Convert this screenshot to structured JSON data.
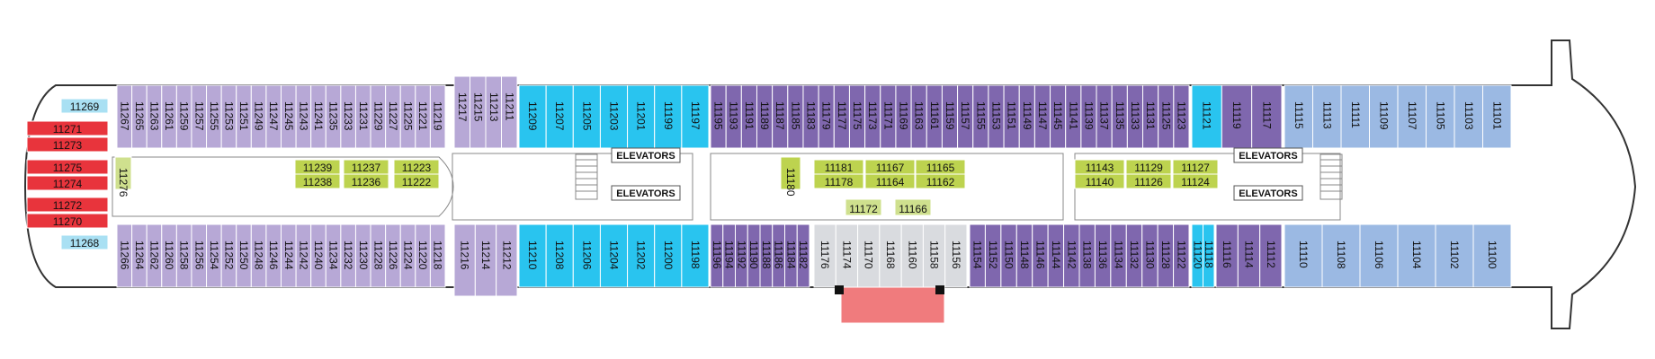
{
  "palette": {
    "lavender": "#b7a8d6",
    "purple": "#7f67ae",
    "cyan": "#29c4ef",
    "lightcyan": "#a9e0f3",
    "blue": "#9bb9e3",
    "lime": "#bdd34f",
    "lime2": "#cfe08e",
    "red": "#e8343c",
    "salmon": "#f07b7d",
    "grey": "#d9dbdf",
    "hull": "#ffffff",
    "outline": "#333333"
  },
  "elevators": [
    {
      "label": "ELEVATORS"
    },
    {
      "label": "ELEVATORS"
    },
    {
      "label": "ELEVATORS"
    },
    {
      "label": "ELEVATORS"
    }
  ],
  "cabins": {
    "top_row": [
      "11267",
      "11265",
      "11263",
      "11261",
      "11259",
      "11257",
      "11255",
      "11253",
      "11251",
      "11249",
      "11247",
      "11245",
      "11243",
      "11241",
      "11235",
      "11233",
      "11231",
      "11229",
      "11227",
      "11225",
      "11221",
      "11219",
      "11217",
      "11215",
      "11213",
      "11211",
      "11209",
      "11207",
      "11205",
      "11203",
      "11201",
      "11199",
      "11197",
      "11195",
      "11193",
      "11191",
      "11189",
      "11187",
      "11185",
      "11183",
      "11179",
      "11177",
      "11175",
      "11173",
      "11171",
      "11169",
      "11163",
      "11161",
      "11159",
      "11157",
      "11155",
      "11153",
      "11151",
      "11149",
      "11147",
      "11145",
      "11141",
      "11139",
      "11137",
      "11135",
      "11133",
      "11131",
      "11125",
      "11123",
      "11121",
      "11119",
      "11117",
      "11115",
      "11113",
      "11111",
      "11109",
      "11107",
      "11105",
      "11103",
      "11101"
    ],
    "bottom_row": [
      "11266",
      "11264",
      "11262",
      "11260",
      "11258",
      "11256",
      "11254",
      "11252",
      "11250",
      "11248",
      "11246",
      "11244",
      "11242",
      "11240",
      "11234",
      "11232",
      "11230",
      "11228",
      "11226",
      "11224",
      "11220",
      "11218",
      "11216",
      "11214",
      "11212",
      "11210",
      "11208",
      "11206",
      "11204",
      "11202",
      "11200",
      "11198",
      "11196",
      "11194",
      "11192",
      "11190",
      "11188",
      "11186",
      "11184",
      "11182",
      "11176",
      "11174",
      "11170",
      "11168",
      "11160",
      "11158",
      "11156",
      "11154",
      "11152",
      "11150",
      "11148",
      "11146",
      "11144",
      "11142",
      "11138",
      "11136",
      "11134",
      "11132",
      "11130",
      "11128",
      "11122",
      "11120",
      "11118",
      "11116",
      "11114",
      "11112",
      "11110",
      "11108",
      "11106",
      "11104",
      "11102",
      "11100"
    ],
    "bow_suites": [
      "11269",
      "11271",
      "11273",
      "11275",
      "11274",
      "11272",
      "11270",
      "11268"
    ],
    "interior": [
      "11276",
      "11239",
      "11238",
      "11237",
      "11236",
      "11223",
      "11222",
      "11180",
      "11181",
      "11178",
      "11167",
      "11164",
      "11165",
      "11162",
      "11143",
      "11140",
      "11129",
      "11126",
      "11127",
      "11124",
      "11172",
      "11166"
    ]
  }
}
